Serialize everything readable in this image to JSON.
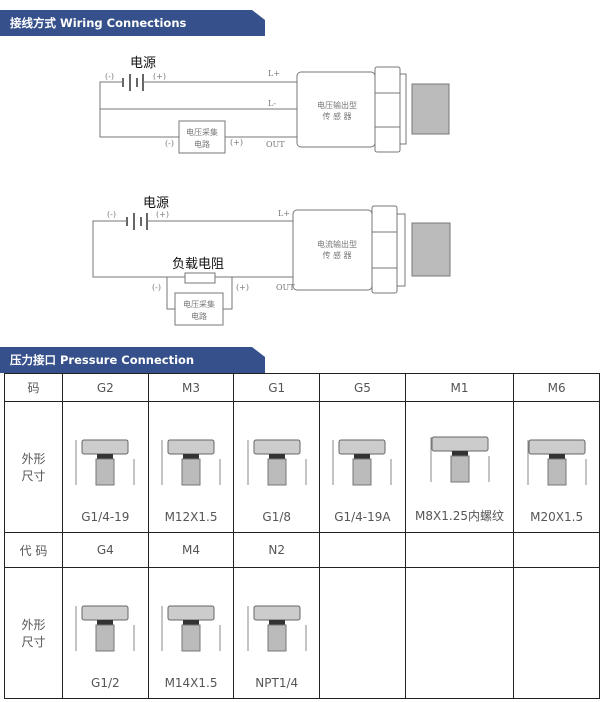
{
  "wiring": {
    "title": "接线方式   Wiring Connections",
    "diagram1": {
      "power_label": "电源",
      "neg": "(-)",
      "pos": "(+)",
      "l_plus": "L+",
      "l_minus": "L-",
      "out": "OUT",
      "circuit_line1": "电压采集",
      "circuit_line2": "电路",
      "sensor_line1": "电压输出型",
      "sensor_line2": "传 感 器"
    },
    "diagram2": {
      "power_label": "电源",
      "neg": "(-)",
      "pos": "(+)",
      "l_plus": "L+",
      "out": "OUT",
      "load_label": "负载电阻",
      "circuit_line1": "电压采集",
      "circuit_line2": "电路",
      "sensor_line1": "电流输出型",
      "sensor_line2": "传 感 器"
    }
  },
  "pressure": {
    "title": "压力接口 Pressure Connection",
    "row1_code_label": "码",
    "row2_code_label": "代 码",
    "shape_label_1": "外形",
    "shape_label_2": "尺寸",
    "row1": [
      {
        "code": "G2",
        "thread": "G1/4-19"
      },
      {
        "code": "M3",
        "thread": "M12X1.5"
      },
      {
        "code": "G1",
        "thread": "G1/8"
      },
      {
        "code": "G5",
        "thread": "G1/4-19A"
      },
      {
        "code": "M1",
        "thread": "M8X1.25内螺纹"
      },
      {
        "code": "M6",
        "thread": "M20X1.5"
      }
    ],
    "row2": [
      {
        "code": "G4",
        "thread": "G1/2"
      },
      {
        "code": "M4",
        "thread": "M14X1.5"
      },
      {
        "code": "N2",
        "thread": "NPT1/4"
      }
    ]
  }
}
